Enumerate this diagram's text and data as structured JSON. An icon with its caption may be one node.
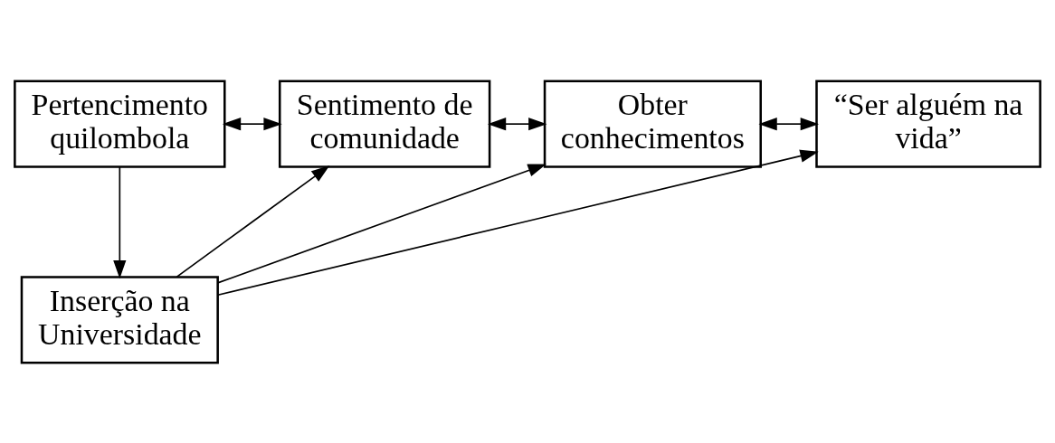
{
  "diagram": {
    "nodes": [
      {
        "text": [
          "Pertencimento quilombola"
        ]
      },
      {
        "text": [
          "Sentimento de comunidade"
        ]
      },
      {
        "text": [
          "Obter conhecimentos"
        ]
      },
      {
        "text": [
          "“Ser alguém na vida”"
        ]
      },
      {
        "text": [
          "Inserção na Universidade"
        ]
      }
    ],
    "edges": [
      {
        "from": 0,
        "to": 1,
        "arrow": "both"
      },
      {
        "from": 1,
        "to": 2,
        "arrow": "both"
      },
      {
        "from": 2,
        "to": 3,
        "arrow": "both"
      },
      {
        "from": 0,
        "to": 4,
        "arrow": "to"
      },
      {
        "from": 4,
        "to": 1,
        "arrow": "to"
      },
      {
        "from": 4,
        "to": 2,
        "arrow": "to"
      },
      {
        "from": 4,
        "to": 3,
        "arrow": "to"
      }
    ]
  }
}
